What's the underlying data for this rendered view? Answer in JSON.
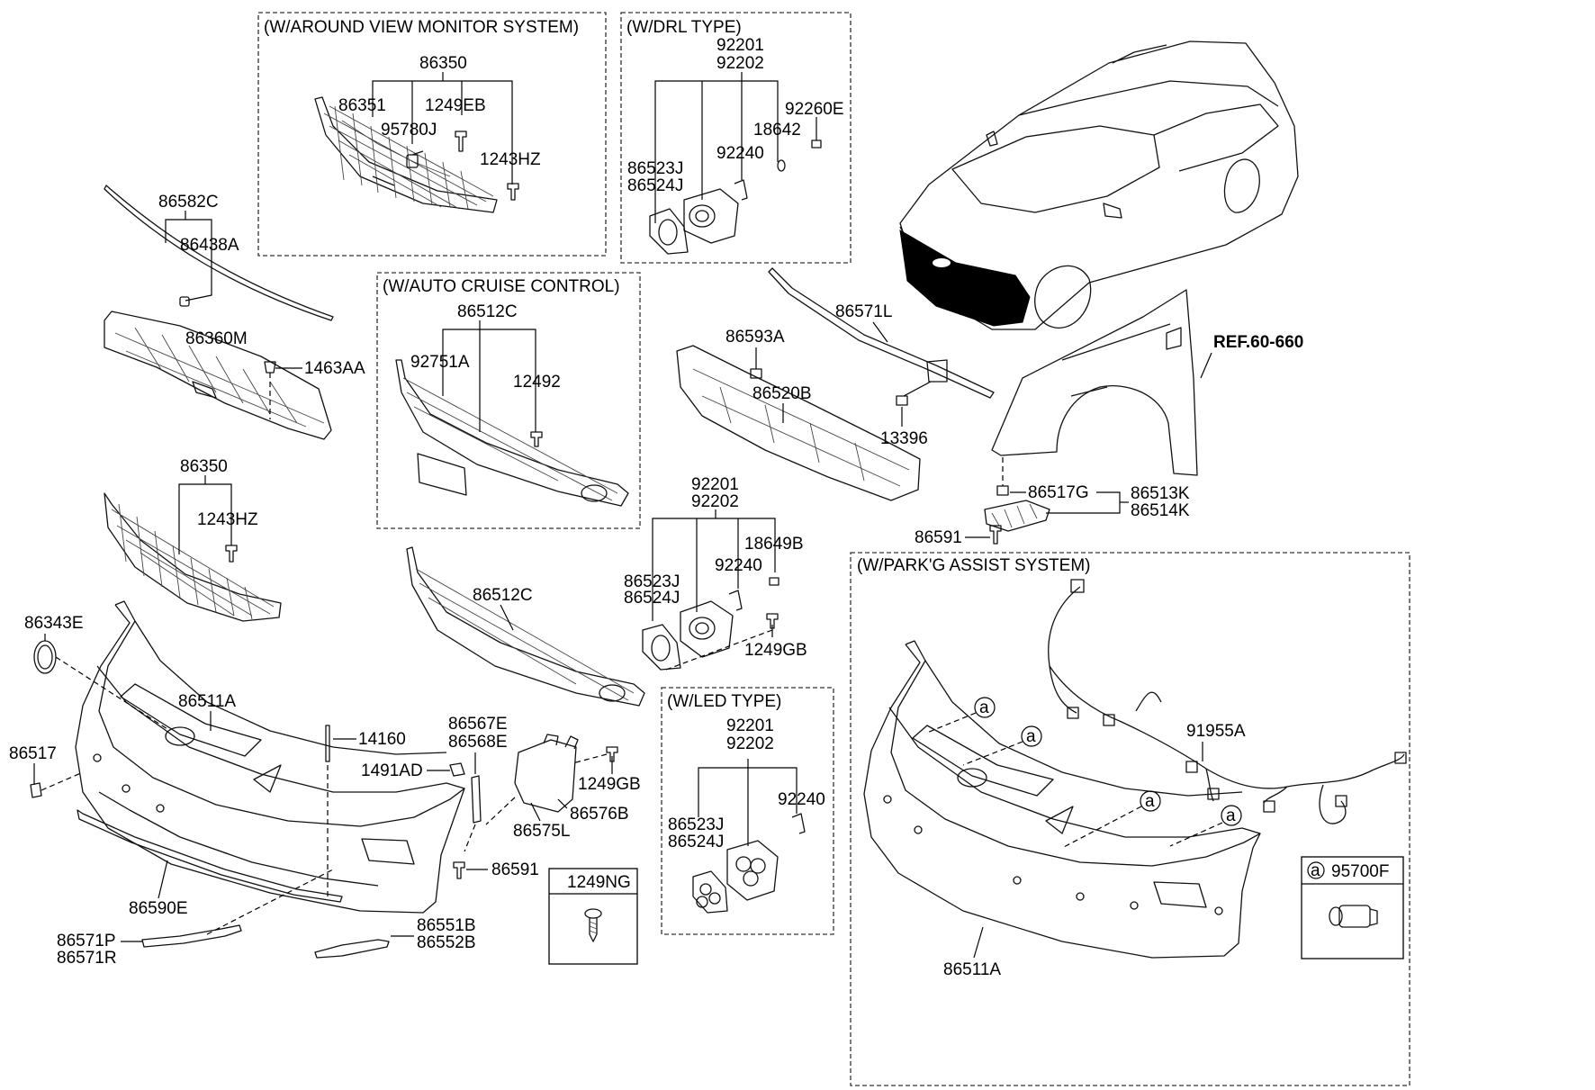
{
  "sections": {
    "around_view": "(W/AROUND VIEW MONITOR SYSTEM)",
    "drl": "(W/DRL TYPE)",
    "auto_cruise": "(W/AUTO CRUISE CONTROL)",
    "led": "(W/LED TYPE)",
    "parking": "(W/PARK'G ASSIST SYSTEM)"
  },
  "reference": "REF.60-660",
  "legend_box": {
    "part": "1249NG"
  },
  "sensor_box": {
    "marker": "a",
    "part": "95700F"
  },
  "callout_marker": "a",
  "labels": {
    "p86350_top": "86350",
    "p86351": "86351",
    "p1249EB": "1249EB",
    "p95780J": "95780J",
    "p1243HZ_top": "1243HZ",
    "p92201_drl": "92201",
    "p92202_drl": "92202",
    "p92260E": "92260E",
    "p18642": "18642",
    "p92240_drl": "92240",
    "p86523J_drl": "86523J",
    "p86524J_drl": "86524J",
    "p86582C": "86582C",
    "p86438A": "86438A",
    "p86360M": "86360M",
    "p1463AA": "1463AA",
    "p86512C_box": "86512C",
    "p92751A": "92751A",
    "p12492": "12492",
    "p86571L": "86571L",
    "p86593A": "86593A",
    "p86520B": "86520B",
    "p13396": "13396",
    "p86350_mid": "86350",
    "p1243HZ_mid": "1243HZ",
    "p92201_mid": "92201",
    "p92202_mid": "92202",
    "p18649B": "18649B",
    "p92240_mid": "92240",
    "p86523J_mid": "86523J",
    "p86524J_mid": "86524J",
    "p1249GB_mid": "1249GB",
    "p86512C": "86512C",
    "p86343E": "86343E",
    "p86511A": "86511A",
    "p86517": "86517",
    "p14160": "14160",
    "p1491AD": "1491AD",
    "p86567E": "86567E",
    "p86568E": "86568E",
    "p1249GB_low": "1249GB",
    "p86576B": "86576B",
    "p86575L": "86575L",
    "p86591_low": "86591",
    "p86590E": "86590E",
    "p86571P": "86571P",
    "p86571R": "86571R",
    "p86551B": "86551B",
    "p86552B": "86552B",
    "p92201_led": "92201",
    "p92202_led": "92202",
    "p92240_led": "92240",
    "p86523J_led": "86523J",
    "p86524J_led": "86524J",
    "p86517G": "86517G",
    "p86513K": "86513K",
    "p86514K": "86514K",
    "p86591_right": "86591",
    "p91955A": "91955A",
    "p86511A_park": "86511A"
  }
}
